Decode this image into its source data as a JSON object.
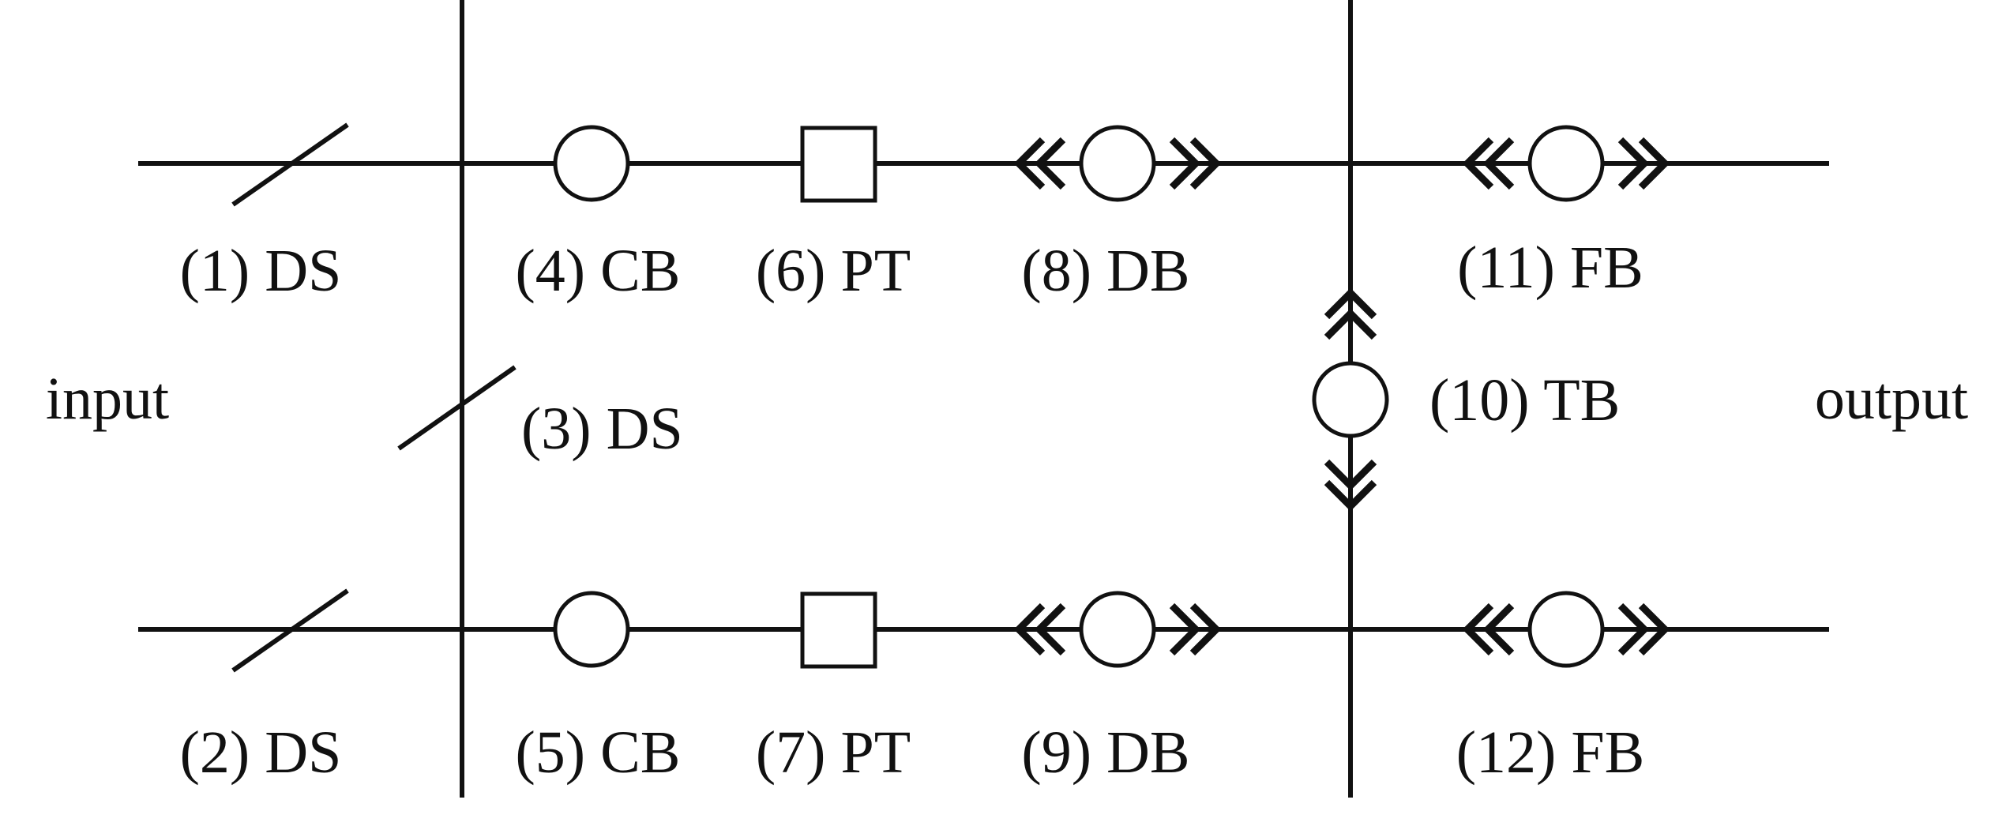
{
  "side_labels": {
    "input": "input",
    "output": "output"
  },
  "components": [
    {
      "id": "ds1",
      "type": "disconnect-switch",
      "label": "(1) DS"
    },
    {
      "id": "ds2",
      "type": "disconnect-switch",
      "label": "(2) DS"
    },
    {
      "id": "ds3",
      "type": "disconnect-switch",
      "label": "(3) DS"
    },
    {
      "id": "cb4",
      "type": "circuit-breaker",
      "label": "(4) CB"
    },
    {
      "id": "cb5",
      "type": "circuit-breaker",
      "label": "(5) CB"
    },
    {
      "id": "pt6",
      "type": "power-transformer",
      "label": "(6) PT"
    },
    {
      "id": "pt7",
      "type": "power-transformer",
      "label": "(7) PT"
    },
    {
      "id": "db8",
      "type": "withdrawable-breaker",
      "label": "(8) DB"
    },
    {
      "id": "db9",
      "type": "withdrawable-breaker",
      "label": "(9) DB"
    },
    {
      "id": "tb10",
      "type": "withdrawable-breaker",
      "label": "(10) TB"
    },
    {
      "id": "fb11",
      "type": "withdrawable-breaker",
      "label": "(11) FB"
    },
    {
      "id": "fb12",
      "type": "withdrawable-breaker",
      "label": "(12) FB"
    }
  ]
}
